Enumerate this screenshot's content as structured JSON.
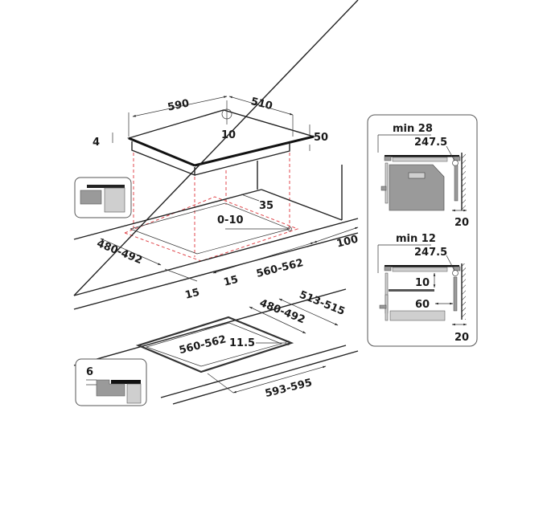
{
  "diagram": {
    "type": "hob-installation-drawing",
    "colors": {
      "line": "#222222",
      "cutout_guide": "#e0474c",
      "panel_dark": "#9a9a9a",
      "panel_light": "#cfcfcf",
      "background": "#ffffff"
    },
    "hob": {
      "width": "590",
      "depth": "510",
      "glass_thickness": "4",
      "height": "50",
      "corner_radius": "10"
    },
    "cutout_top": {
      "depth": "480-492",
      "width": "560-562",
      "front_margin_1": "15",
      "front_margin_2": "15",
      "rear_min": "35",
      "side_tolerance": "0-10",
      "wall_distance": "100"
    },
    "cutout_flush": {
      "inner_width": "560-562",
      "inner_depth": "480-492",
      "outer_depth": "513-515",
      "outer_width": "593-595",
      "corner_radius": "11.5",
      "recess_depth": "6"
    },
    "section_oven": {
      "min_label": "min 28",
      "dimension": "247.5",
      "wall_gap": "20"
    },
    "section_drawer": {
      "min_label": "min 12",
      "dimension": "247.5",
      "panel_gap": "10",
      "rear_gap": "60",
      "wall_gap": "20"
    }
  }
}
